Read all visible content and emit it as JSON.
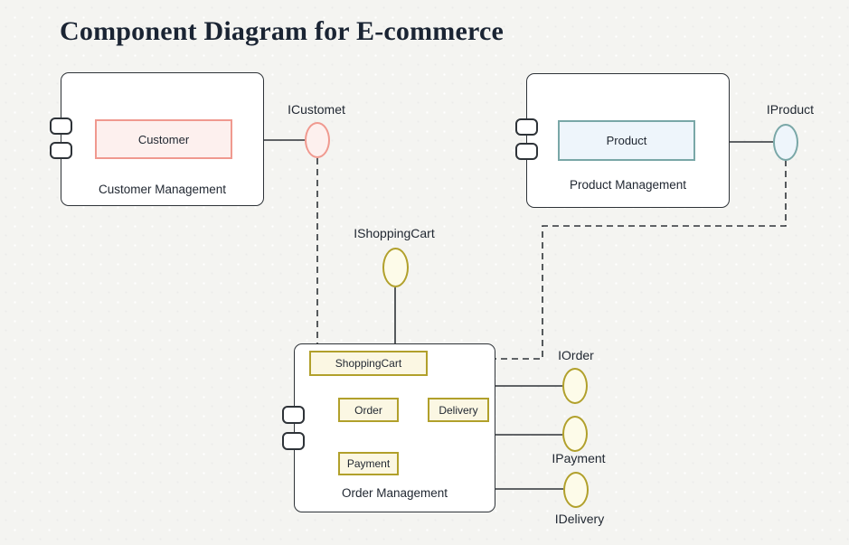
{
  "title": "Component Diagram for E-commerce",
  "components": {
    "customer_management": {
      "label": "Customer Management",
      "class_box": "Customer"
    },
    "product_management": {
      "label": "Product Management",
      "class_box": "Product"
    },
    "order_management": {
      "label": "Order Management",
      "class_boxes": {
        "shopping_cart": "ShoppingCart",
        "order": "Order",
        "delivery": "Delivery",
        "payment": "Payment"
      }
    }
  },
  "interfaces": {
    "customer": "ICustomet",
    "product": "IProduct",
    "shopping_cart": "IShoppingCart",
    "order": "IOrder",
    "payment": "IPayment",
    "delivery": "IDelivery"
  },
  "colors": {
    "background": "#f4f4f1",
    "title_text": "#1a2433",
    "outline": "#2e3338",
    "pink_fill": "#fdf0ee",
    "pink_border": "#f0998f",
    "blue_fill": "#eef5fb",
    "blue_border": "#79a7a7",
    "yellow_fill": "#fdfbe9",
    "yellow_border": "#b1a02b"
  }
}
